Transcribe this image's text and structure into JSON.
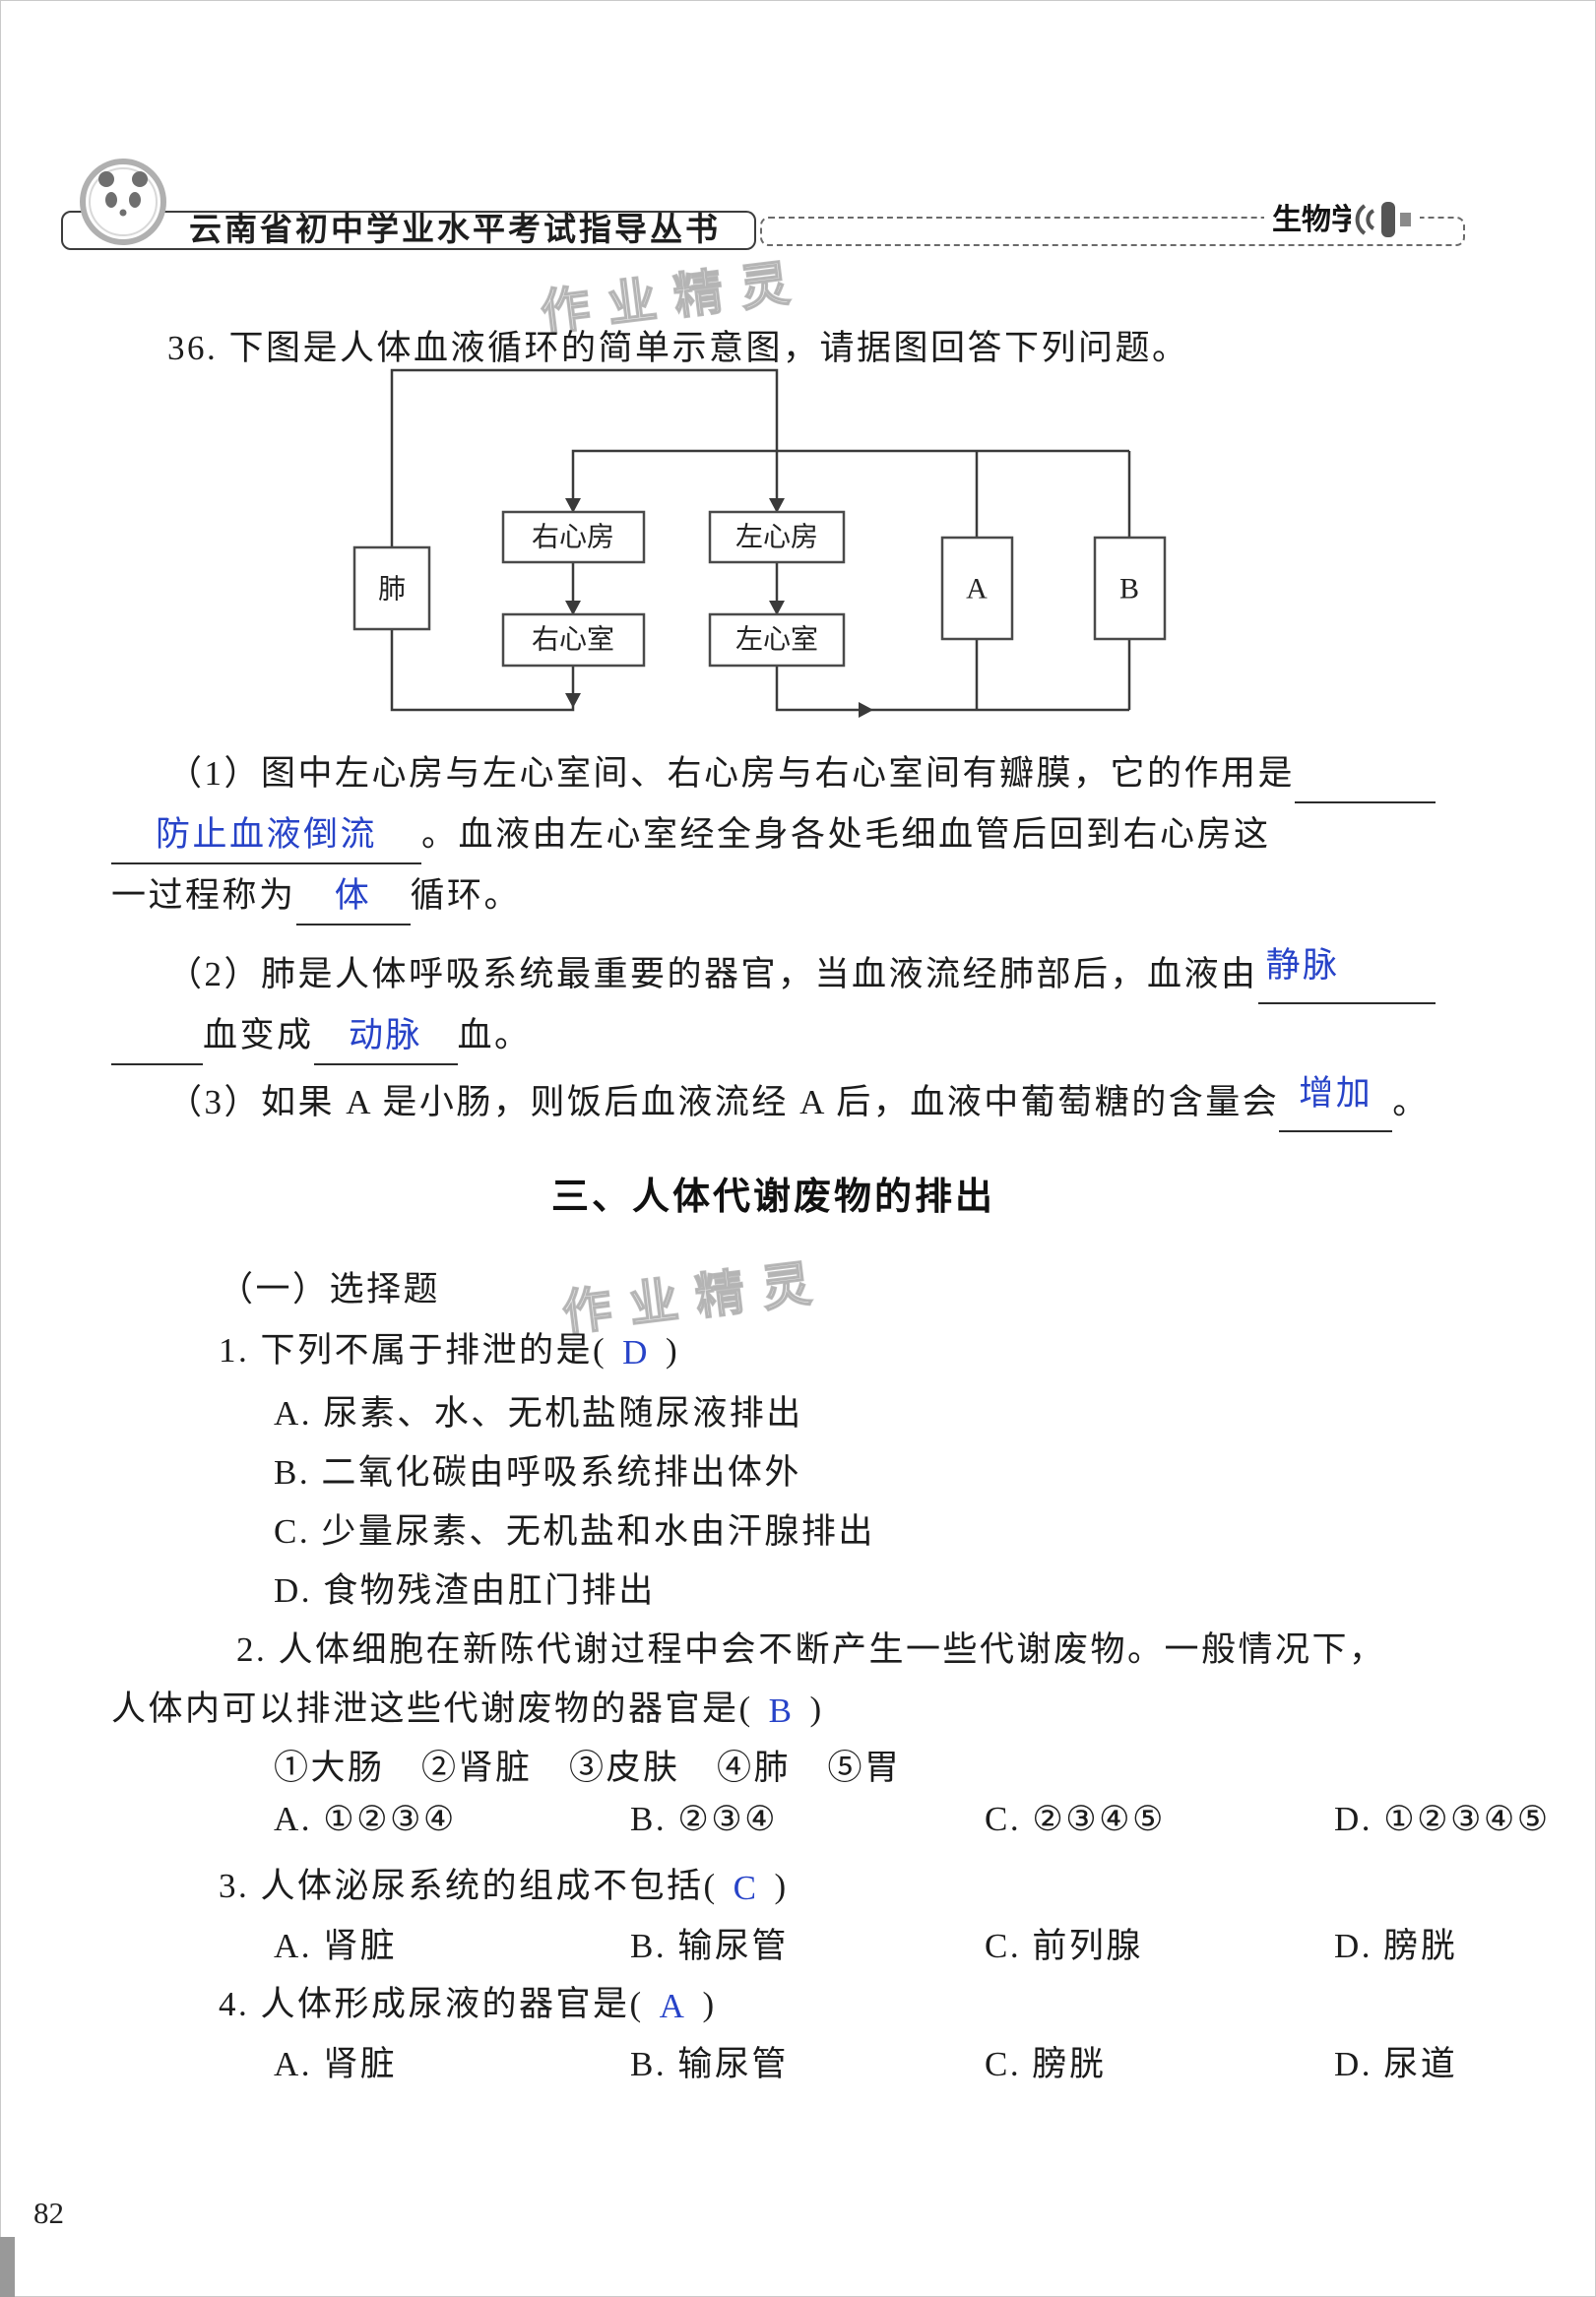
{
  "header": {
    "series_title": "云南省初中学业水平考试指导丛书",
    "subject": "生物学"
  },
  "watermark": "作业精灵",
  "page_number": "82",
  "colors": {
    "answer_blue": "#2743c8",
    "line_color": "#3a3a3a"
  },
  "q36": {
    "stem": "36. 下图是人体血液循环的简单示意图，请据图回答下列问题。",
    "diagram_boxes": {
      "lung": "肺",
      "right_atrium": "右心房",
      "right_ventricle": "右心室",
      "left_atrium": "左心房",
      "left_ventricle": "左心室",
      "a": "A",
      "b": "B"
    },
    "part1": {
      "text1": "（1）图中左心房与左心室间、右心房与右心室间有瓣膜，它的作用是",
      "answer1": "防止血液倒流",
      "text2": "。血液由左心室经全身各处毛细血管后回到右心房这",
      "text3": "一过程称为",
      "answer2": "体",
      "text4": "循环。"
    },
    "part2": {
      "text1": "（2）肺是人体呼吸系统最重要的器官，当血液流经肺部后，血液由",
      "answer1": "静脉",
      "text2": "血变成",
      "answer2": "动脉",
      "text3": "血。"
    },
    "part3": {
      "text1": "（3）如果 A 是小肠，则饭后血液流经 A 后，血液中葡萄糖的含量会",
      "answer1": "增加",
      "text2": "。"
    }
  },
  "section3": {
    "title": "三、人体代谢废物的排出",
    "subsection": "（一）选择题",
    "q1": {
      "stem": "1. 下列不属于排泄的是(",
      "answer": "D",
      "close": ")",
      "options": [
        "A. 尿素、水、无机盐随尿液排出",
        "B. 二氧化碳由呼吸系统排出体外",
        "C. 少量尿素、无机盐和水由汗腺排出",
        "D. 食物残渣由肛门排出"
      ]
    },
    "q2": {
      "stem_line1": "2. 人体细胞在新陈代谢过程中会不断产生一些代谢废物。一般情况下，",
      "stem_line2": "人体内可以排泄这些代谢废物的器官是(",
      "answer": "B",
      "close": ")",
      "items": "①大肠　②肾脏　③皮肤　④肺　⑤胃",
      "options": [
        "A. ①②③④",
        "B. ②③④",
        "C. ②③④⑤",
        "D. ①②③④⑤"
      ]
    },
    "q3": {
      "stem": "3. 人体泌尿系统的组成不包括(",
      "answer": "C",
      "close": ")",
      "options": [
        "A. 肾脏",
        "B. 输尿管",
        "C. 前列腺",
        "D. 膀胱"
      ]
    },
    "q4": {
      "stem": "4. 人体形成尿液的器官是(",
      "answer": "A",
      "close": ")",
      "options": [
        "A. 肾脏",
        "B. 输尿管",
        "C. 膀胱",
        "D. 尿道"
      ]
    }
  }
}
